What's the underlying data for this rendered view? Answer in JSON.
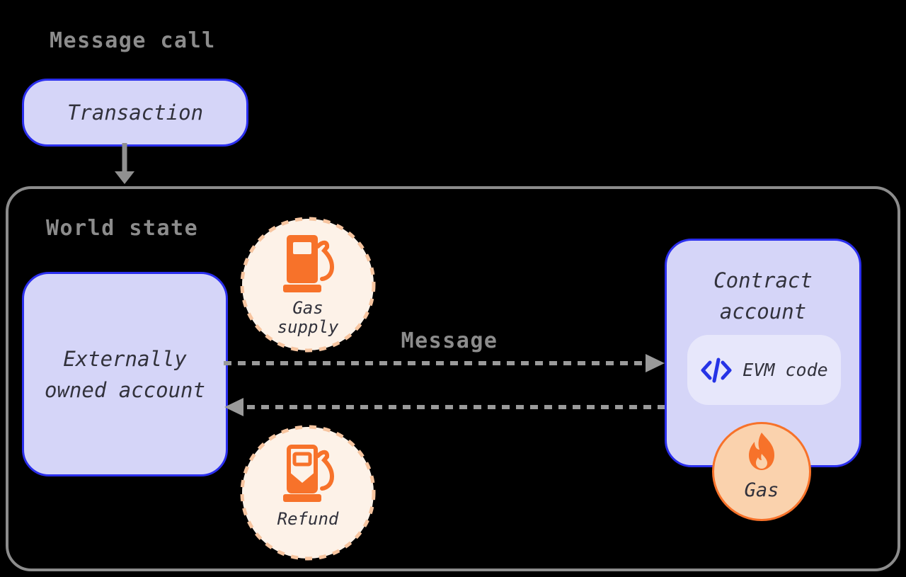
{
  "title": "Message call",
  "colors": {
    "bg": "#000000",
    "lavender": "#D5D5F8",
    "blue": "#2B2FEE",
    "pill": "#E7E7FB",
    "orange": "#F7722A",
    "cream": "#FDF2E8",
    "peach": "#FAD2AD",
    "dash-peach": "#F7C5A0",
    "gray": "#8C8C8C",
    "border-gray": "#8C8C8C",
    "arrow-gray": "#9A9A9A",
    "dark": "#32323C",
    "code-blue": "#2633E6"
  },
  "nodes": {
    "transaction": {
      "label": "Transaction"
    },
    "world_state": {
      "label": "World state"
    },
    "eoa": {
      "line1": "Externally",
      "line2": "owned account"
    },
    "contract": {
      "line1": "Contract",
      "line2": "account",
      "evm_label": "EVM code"
    },
    "gas_supply": {
      "line1": "Gas",
      "line2": "supply"
    },
    "refund": {
      "label": "Refund"
    },
    "gas": {
      "label": "Gas"
    }
  },
  "edges": {
    "message": {
      "label": "Message"
    }
  }
}
